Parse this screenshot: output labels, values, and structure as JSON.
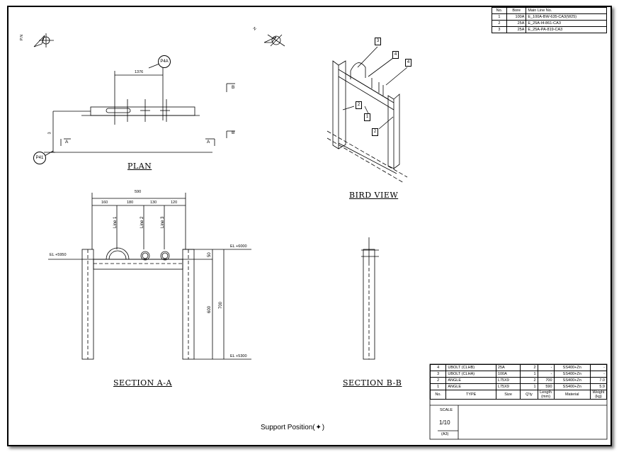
{
  "views": {
    "plan": "PLAN",
    "bird": "BIRD VIEW",
    "section_aa": "SECTION A-A",
    "section_bb": "SECTION B-B",
    "footer": "Support Position(",
    "footer_end": ")"
  },
  "north": {
    "pn": "P.N",
    "n": "N"
  },
  "plan": {
    "dim_1376": "1376",
    "dim_3": "3",
    "bubble_top": "P4A",
    "bubble_left": "P41",
    "cut_a": "A",
    "cut_b": "B"
  },
  "section_aa": {
    "dim_total": "590",
    "dims": [
      "160",
      "180",
      "130",
      "120"
    ],
    "lines": [
      "Line 1",
      "Line 2",
      "Line 3"
    ],
    "el_left": "EL +5950",
    "el_top": "EL +6000",
    "el_bot": "EL +5300",
    "dim_50": "50",
    "dim_600": "600",
    "dim_700": "700"
  },
  "bird_marks": [
    "3",
    "4",
    "4",
    "2",
    "1",
    "2"
  ],
  "line_table": {
    "headers": [
      "No.",
      "Bore",
      "Main Line No."
    ],
    "rows": [
      [
        "1",
        "100A",
        "E_100A-BW-635-CA3(W25)"
      ],
      [
        "2",
        "25A",
        "E_25A-I4-861-CA3"
      ],
      [
        "3",
        "25A",
        "E_25A-PA-819-CA3"
      ]
    ]
  },
  "bom": {
    "rows": [
      [
        "4",
        "UBOLT (CLHB)",
        "25A",
        "2",
        "-",
        "SS400+Zn",
        "-"
      ],
      [
        "3",
        "UBOLT (CLHA)",
        "100A",
        "1",
        "-",
        "SS400+Zn",
        "-"
      ],
      [
        "2",
        "ANGLE",
        "L75X9",
        "2",
        "700",
        "SS400+Zn",
        "7.0"
      ],
      [
        "1",
        "ANGLE",
        "L75X9",
        "1",
        "590",
        "SS400+Zn",
        "5.9"
      ]
    ],
    "headers": [
      "No.",
      "TYPE",
      "Size",
      "Q'ty",
      "Length (mm)",
      "Material",
      "Weight (kg)"
    ],
    "scale_label": "SCALE",
    "scale_value": "1/10",
    "sheet": "(A3)"
  }
}
